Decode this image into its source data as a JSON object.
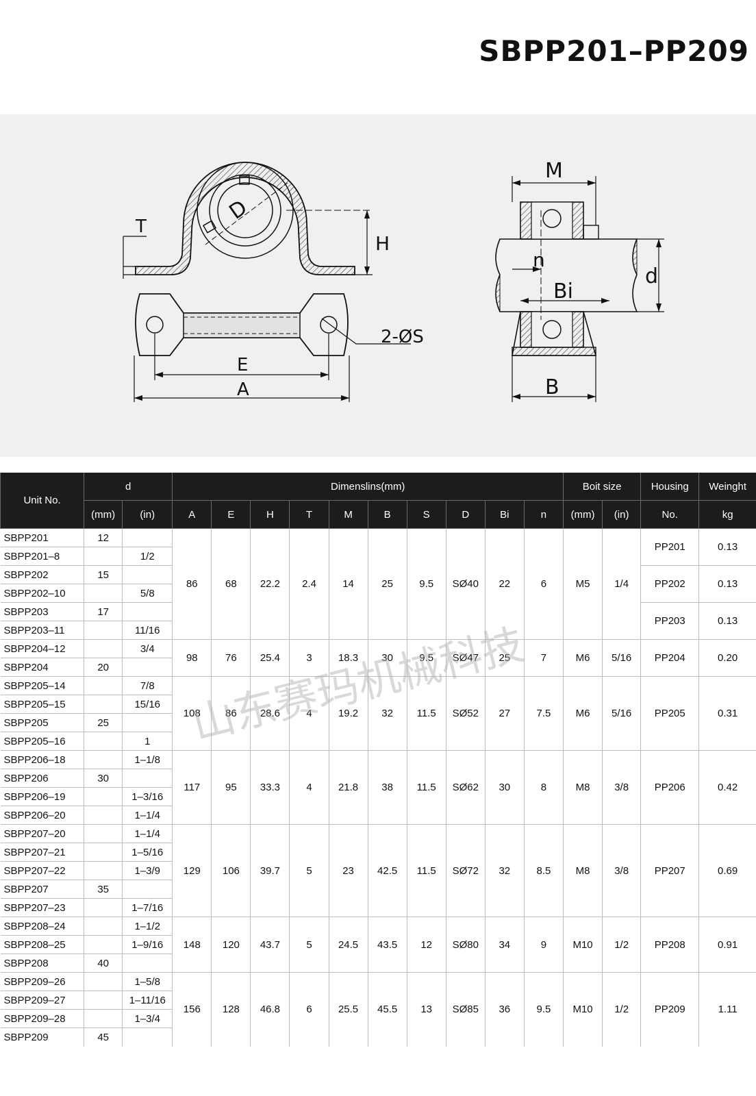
{
  "title": "SBPP201–PP209",
  "drawing": {
    "labels": {
      "T": "T",
      "D": "D",
      "H": "H",
      "E": "E",
      "A": "A",
      "S": "2-ØS",
      "M": "M",
      "n": "n",
      "Bi": "Bi",
      "d": "d",
      "B": "B"
    }
  },
  "table": {
    "headers": {
      "unit_no": "Unit No.",
      "d": "d",
      "dimensions": "Dimenslins(mm)",
      "bolt_size": "Boit size",
      "housing_1": "Housing",
      "housing_2": "No.",
      "weight_1": "Weinght",
      "weight_2": "kg",
      "mm": "(mm)",
      "in": "(in)",
      "dims": [
        "A",
        "E",
        "H",
        "T",
        "M",
        "B",
        "S",
        "D",
        "Bi",
        "n"
      ],
      "bolt_mm": "(mm)",
      "bolt_in": "(in)"
    },
    "groups": [
      {
        "rows": [
          {
            "unit": "SBPP201",
            "d_mm": "12",
            "d_in": ""
          },
          {
            "unit": "SBPP201–8",
            "d_mm": "",
            "d_in": "1/2"
          },
          {
            "unit": "SBPP202",
            "d_mm": "15",
            "d_in": ""
          },
          {
            "unit": "SBPP202–10",
            "d_mm": "",
            "d_in": "5/8"
          },
          {
            "unit": "SBPP203",
            "d_mm": "17",
            "d_in": ""
          },
          {
            "unit": "SBPP203–11",
            "d_mm": "",
            "d_in": "11/16"
          }
        ],
        "dims": [
          "86",
          "68",
          "22.2",
          "2.4",
          "14",
          "25",
          "9.5",
          "SØ40",
          "22",
          "6"
        ],
        "bolt_mm": "M5",
        "bolt_in": "1/4",
        "housing": [
          {
            "no": "PP201",
            "kg": "0.13"
          },
          {
            "no": "PP202",
            "kg": "0.13"
          },
          {
            "no": "PP203",
            "kg": "0.13"
          }
        ]
      },
      {
        "rows": [
          {
            "unit": "SBPP204–12",
            "d_mm": "",
            "d_in": "3/4"
          },
          {
            "unit": "SBPP204",
            "d_mm": "20",
            "d_in": ""
          }
        ],
        "dims": [
          "98",
          "76",
          "25.4",
          "3",
          "18.3",
          "30",
          "9.5",
          "SØ47",
          "25",
          "7"
        ],
        "bolt_mm": "M6",
        "bolt_in": "5/16",
        "housing": [
          {
            "no": "PP204",
            "kg": "0.20"
          }
        ]
      },
      {
        "rows": [
          {
            "unit": "SBPP205–14",
            "d_mm": "",
            "d_in": "7/8"
          },
          {
            "unit": "SBPP205–15",
            "d_mm": "",
            "d_in": "15/16"
          },
          {
            "unit": "SBPP205",
            "d_mm": "25",
            "d_in": ""
          },
          {
            "unit": "SBPP205–16",
            "d_mm": "",
            "d_in": "1"
          }
        ],
        "dims": [
          "108",
          "86",
          "28.6",
          "4",
          "19.2",
          "32",
          "11.5",
          "SØ52",
          "27",
          "7.5"
        ],
        "bolt_mm": "M6",
        "bolt_in": "5/16",
        "housing": [
          {
            "no": "PP205",
            "kg": "0.31"
          }
        ]
      },
      {
        "rows": [
          {
            "unit": "SBPP206–18",
            "d_mm": "",
            "d_in": "1–1/8"
          },
          {
            "unit": "SBPP206",
            "d_mm": "30",
            "d_in": ""
          },
          {
            "unit": "SBPP206–19",
            "d_mm": "",
            "d_in": "1–3/16"
          },
          {
            "unit": "SBPP206–20",
            "d_mm": "",
            "d_in": "1–1/4"
          }
        ],
        "dims": [
          "117",
          "95",
          "33.3",
          "4",
          "21.8",
          "38",
          "11.5",
          "SØ62",
          "30",
          "8"
        ],
        "bolt_mm": "M8",
        "bolt_in": "3/8",
        "housing": [
          {
            "no": "PP206",
            "kg": "0.42"
          }
        ]
      },
      {
        "rows": [
          {
            "unit": "SBPP207–20",
            "d_mm": "",
            "d_in": "1–1/4"
          },
          {
            "unit": "SBPP207–21",
            "d_mm": "",
            "d_in": "1–5/16"
          },
          {
            "unit": "SBPP207–22",
            "d_mm": "",
            "d_in": "1–3/9"
          },
          {
            "unit": "SBPP207",
            "d_mm": "35",
            "d_in": ""
          },
          {
            "unit": "SBPP207–23",
            "d_mm": "",
            "d_in": "1–7/16"
          }
        ],
        "dims": [
          "129",
          "106",
          "39.7",
          "5",
          "23",
          "42.5",
          "11.5",
          "SØ72",
          "32",
          "8.5"
        ],
        "bolt_mm": "M8",
        "bolt_in": "3/8",
        "housing": [
          {
            "no": "PP207",
            "kg": "0.69"
          }
        ]
      },
      {
        "rows": [
          {
            "unit": "SBPP208–24",
            "d_mm": "",
            "d_in": "1–1/2"
          },
          {
            "unit": "SBPP208–25",
            "d_mm": "",
            "d_in": "1–9/16"
          },
          {
            "unit": "SBPP208",
            "d_mm": "40",
            "d_in": ""
          }
        ],
        "dims": [
          "148",
          "120",
          "43.7",
          "5",
          "24.5",
          "43.5",
          "12",
          "SØ80",
          "34",
          "9"
        ],
        "bolt_mm": "M10",
        "bolt_in": "1/2",
        "housing": [
          {
            "no": "PP208",
            "kg": "0.91"
          }
        ]
      },
      {
        "rows": [
          {
            "unit": "SBPP209–26",
            "d_mm": "",
            "d_in": "1–5/8"
          },
          {
            "unit": "SBPP209–27",
            "d_mm": "",
            "d_in": "1–11/16"
          },
          {
            "unit": "SBPP209–28",
            "d_mm": "",
            "d_in": "1–3/4"
          },
          {
            "unit": "SBPP209",
            "d_mm": "45",
            "d_in": ""
          }
        ],
        "dims": [
          "156",
          "128",
          "46.8",
          "6",
          "25.5",
          "45.5",
          "13",
          "SØ85",
          "36",
          "9.5"
        ],
        "bolt_mm": "M10",
        "bolt_in": "1/2",
        "housing": [
          {
            "no": "PP209",
            "kg": "1.11"
          }
        ]
      }
    ]
  },
  "watermark": "山东赛玛机械科技"
}
